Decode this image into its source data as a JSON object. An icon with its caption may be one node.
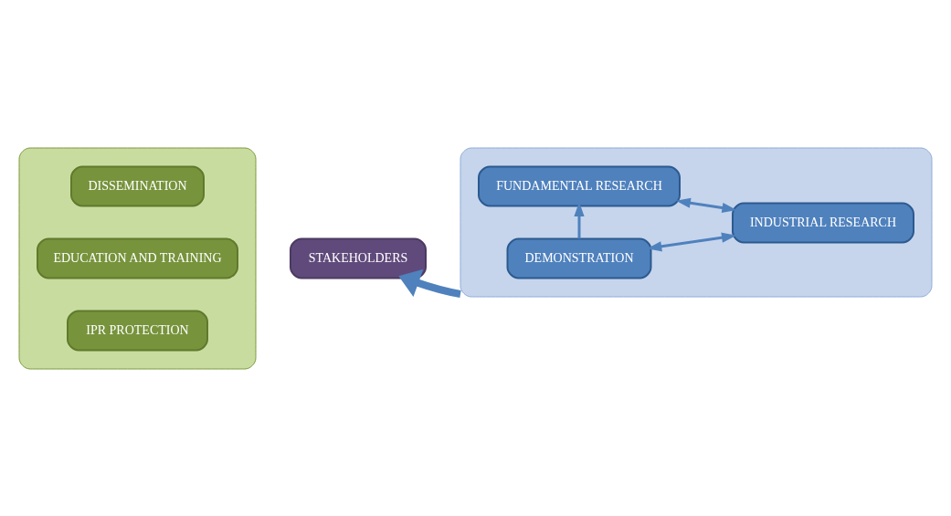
{
  "diagram": {
    "nodes": [
      {
        "text": [],
        "shape": "box"
      },
      {
        "text": [
          "DISSEMINATION"
        ],
        "in": 0
      },
      {
        "text": [
          "EDUCATION AND TRAINING"
        ],
        "in": 0
      },
      {
        "text": [
          "IPR PROTECTION"
        ],
        "in": 0
      },
      {
        "text": [
          "STAKEHOLDERS"
        ]
      },
      {
        "text": [],
        "shape": "box"
      },
      {
        "text": [
          "FUNDAMENTAL RESEARCH"
        ],
        "in": 5
      },
      {
        "text": [
          "INDUSTRIAL RESEARCH"
        ],
        "in": 5
      },
      {
        "text": [
          "DEMONSTRATION"
        ],
        "in": 5
      }
    ],
    "edges": [
      {
        "from": 6,
        "to": 7,
        "arrow": "both"
      },
      {
        "from": 7,
        "to": 8,
        "arrow": "both"
      },
      {
        "from": 8,
        "to": 6,
        "arrow": "to"
      },
      {
        "from": 5,
        "to": 4,
        "arrow": "to",
        "style": "thick"
      }
    ]
  }
}
